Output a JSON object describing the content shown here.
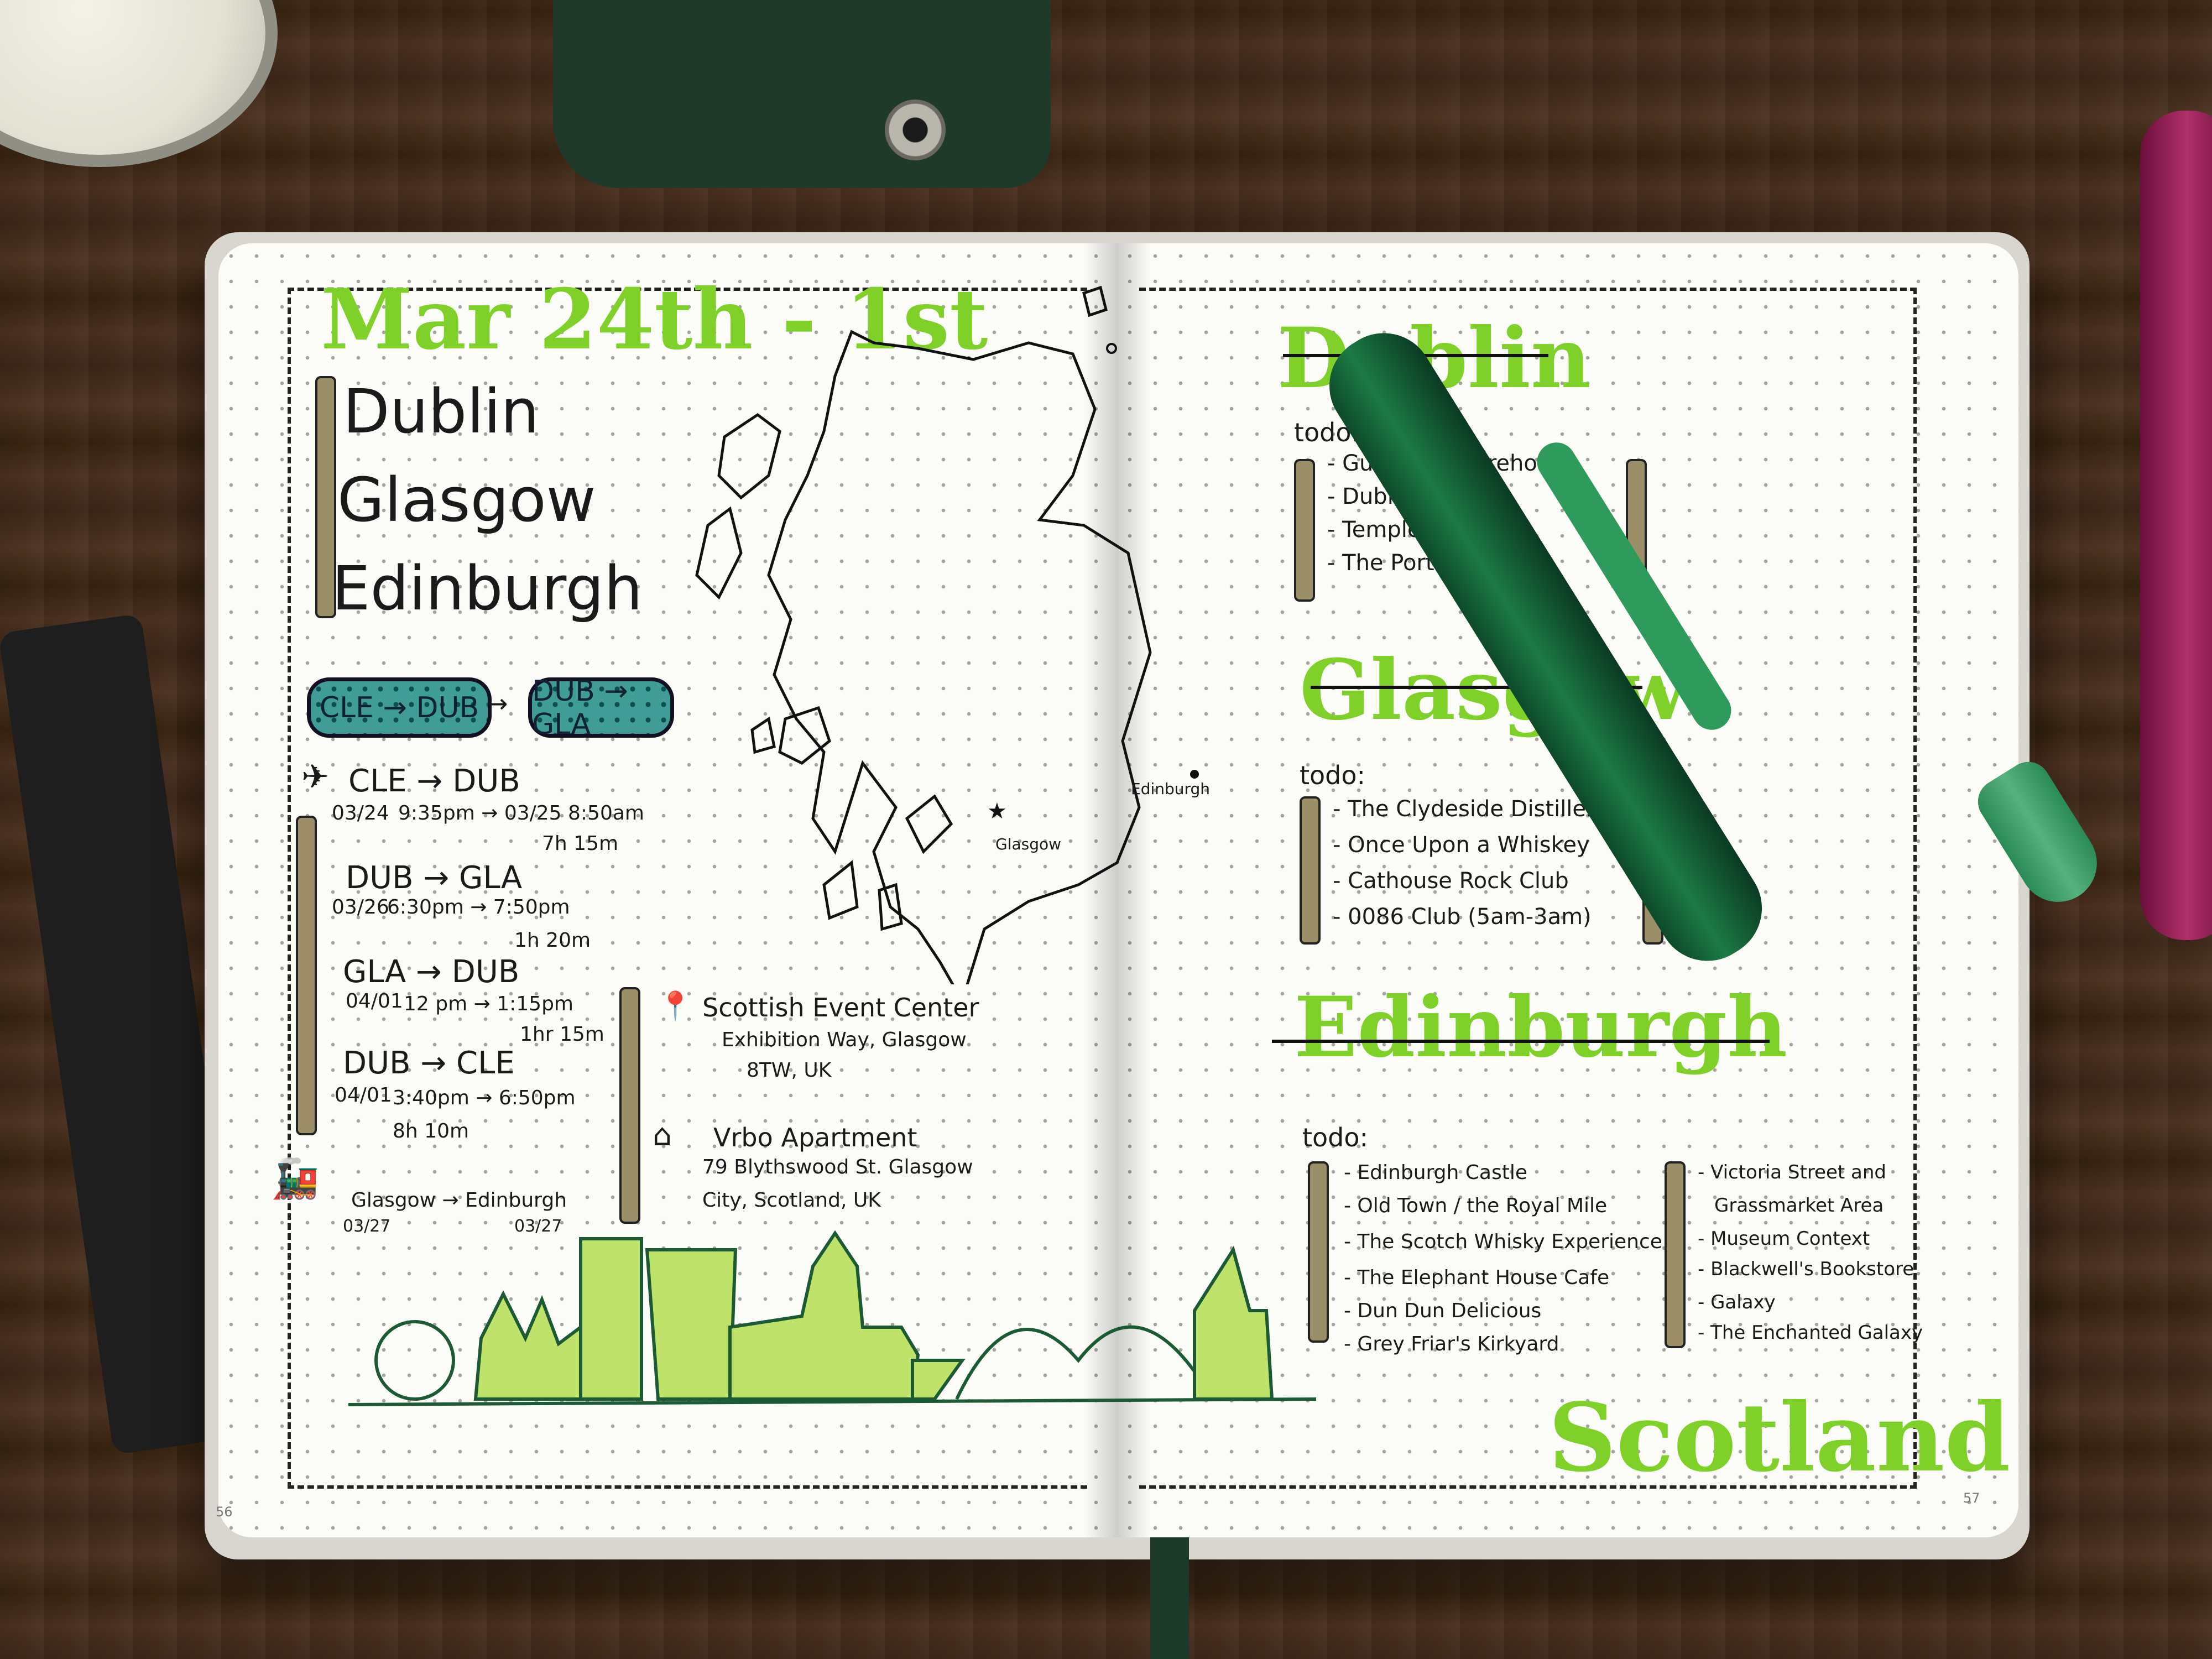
{
  "left_page": {
    "date_title": "Mar 24th - 1st",
    "cities": [
      "Dublin",
      "Glasgow",
      "Edinburgh"
    ],
    "tickets": [
      "CLE → DUB",
      "DUB → GLA"
    ],
    "ticket_arrow": "→",
    "flights": [
      {
        "route": "CLE → DUB",
        "date": "03/24",
        "time": "9:35pm → 03/25 8:50am",
        "duration": "7h 15m"
      },
      {
        "route": "DUB → GLA",
        "date": "03/26",
        "time": "6:30pm → 7:50pm",
        "duration": "1h 20m"
      },
      {
        "route": "GLA → DUB",
        "date": "04/01",
        "time": "12 pm → 1:15pm",
        "duration": "1hr 15m"
      },
      {
        "route": "DUB → CLE",
        "date": "04/01",
        "time": "3:40pm → 6:50pm",
        "duration": "8h 10m"
      }
    ],
    "train": {
      "route": "Glasgow → Edinburgh",
      "date_from": "03/27",
      "date_to": "03/27"
    },
    "venue": {
      "name": "Scottish Event Center",
      "line1": "Exhibition Way, Glasgow",
      "line2": "8TW, UK"
    },
    "lodging": {
      "name": "Vrbo Apartment",
      "line1": "79 Blythswood St. Glasgow",
      "line2": "City, Scotland, UK"
    },
    "map_labels": {
      "glasgow": "Glasgow",
      "edinburgh": "Edinburgh"
    },
    "page_number": "56"
  },
  "right_page": {
    "sections": [
      {
        "title": "Dublin",
        "todo_label": "todo:",
        "items": [
          "- Guinness Storehouse",
          "- Dubin Castle",
          "- Temple Bar",
          "- The Porter House"
        ]
      },
      {
        "title": "Glasgow",
        "todo_label": "todo:",
        "items": [
          "- The Clydeside Distillery",
          "- Once Upon a Whiskey",
          "- Cathouse Rock Club",
          "- 0086 Club (5am-3am)"
        ]
      },
      {
        "title": "Edinburgh",
        "todo_label": "todo:",
        "items": [
          "- Edinburgh Castle",
          "- Old Town / the Royal Mile",
          "- The Scotch Whisky Experience",
          "- The Elephant House Cafe",
          "- Dun Dun Delicious",
          "- Grey Friar's Kirkyard"
        ],
        "items_col2": [
          "- Victoria Street and",
          "Grassmarket Area",
          "- Museum Context",
          "- Blackwell's Bookstore",
          "- Galaxy",
          "- The Enchanted Galaxy"
        ]
      }
    ],
    "footer_title": "Scotland",
    "page_number": "57"
  },
  "colors": {
    "accent_green": "#7fd12a",
    "ticket_teal": "#3f9c97",
    "bar_tan": "#9a8f68",
    "dark_green": "#1c5a34"
  }
}
